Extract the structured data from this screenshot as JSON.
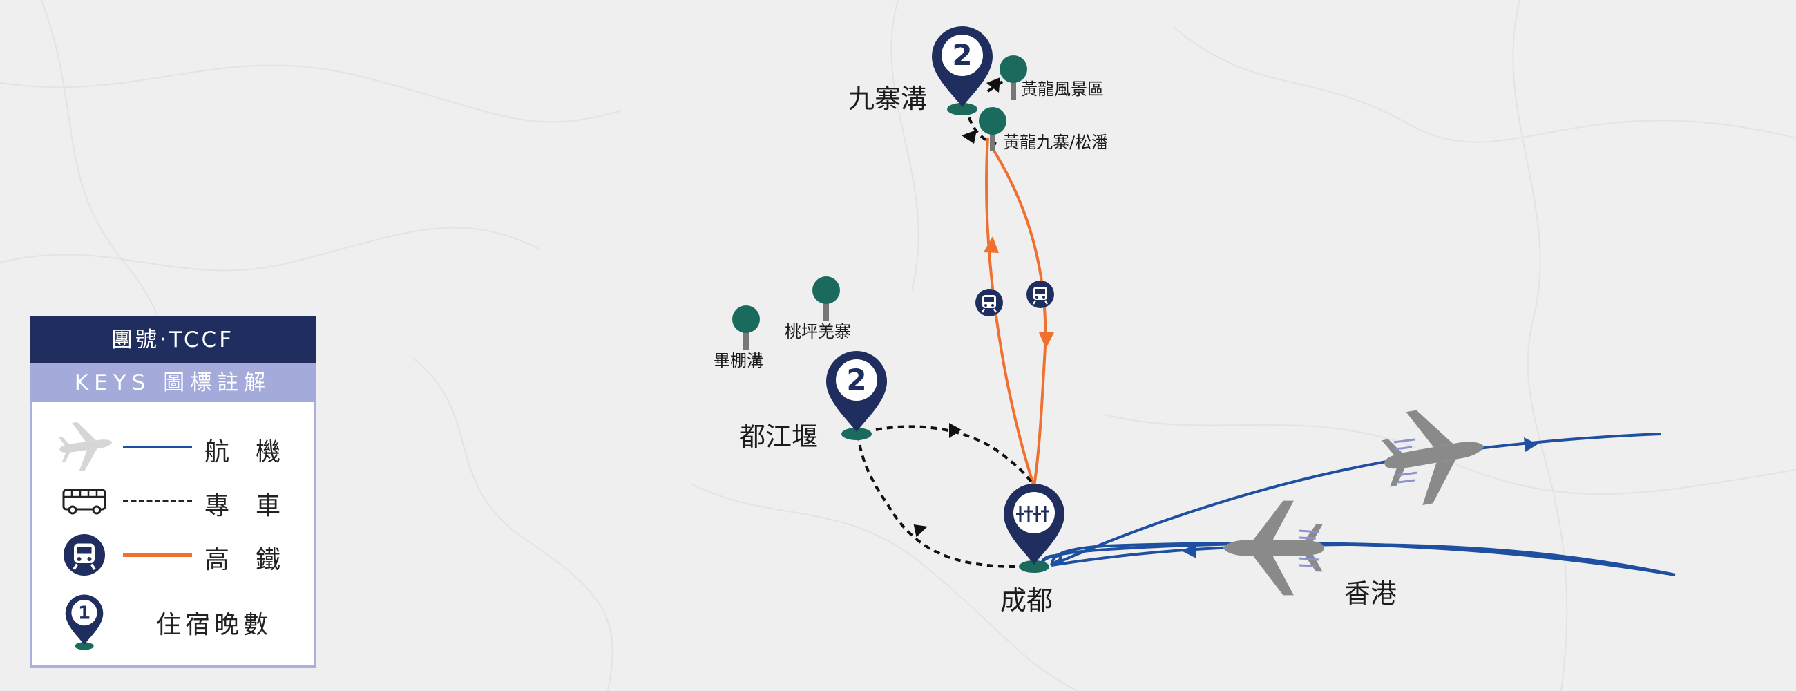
{
  "legend": {
    "header": "團號‧TCCF",
    "subheader": "KEYS 圖標註解",
    "items": [
      {
        "label": "航機"
      },
      {
        "label": "專車"
      },
      {
        "label": "高鐵"
      },
      {
        "label": "住宿晚數",
        "number": "1"
      }
    ]
  },
  "cities": {
    "jiuzhaigou": {
      "name": "九寨溝",
      "nights": "2"
    },
    "dujiangyan": {
      "name": "都江堰",
      "nights": "2"
    },
    "chengdu": {
      "name": "成都"
    },
    "hongkong": {
      "name": "香港"
    }
  },
  "pois": {
    "huanglong": "黃龍風景區",
    "huanglong_station": "黃龍九寨/松潘",
    "taoping": "桃坪羌寨",
    "bipenggou": "畢棚溝"
  },
  "colors": {
    "flight": "#1f4fa0",
    "rail": "#f07030",
    "navy": "#1f2e5e",
    "teal": "#1b6a5e",
    "plane": "#8a8a8a",
    "legend_plane": "#d6d6d6"
  }
}
